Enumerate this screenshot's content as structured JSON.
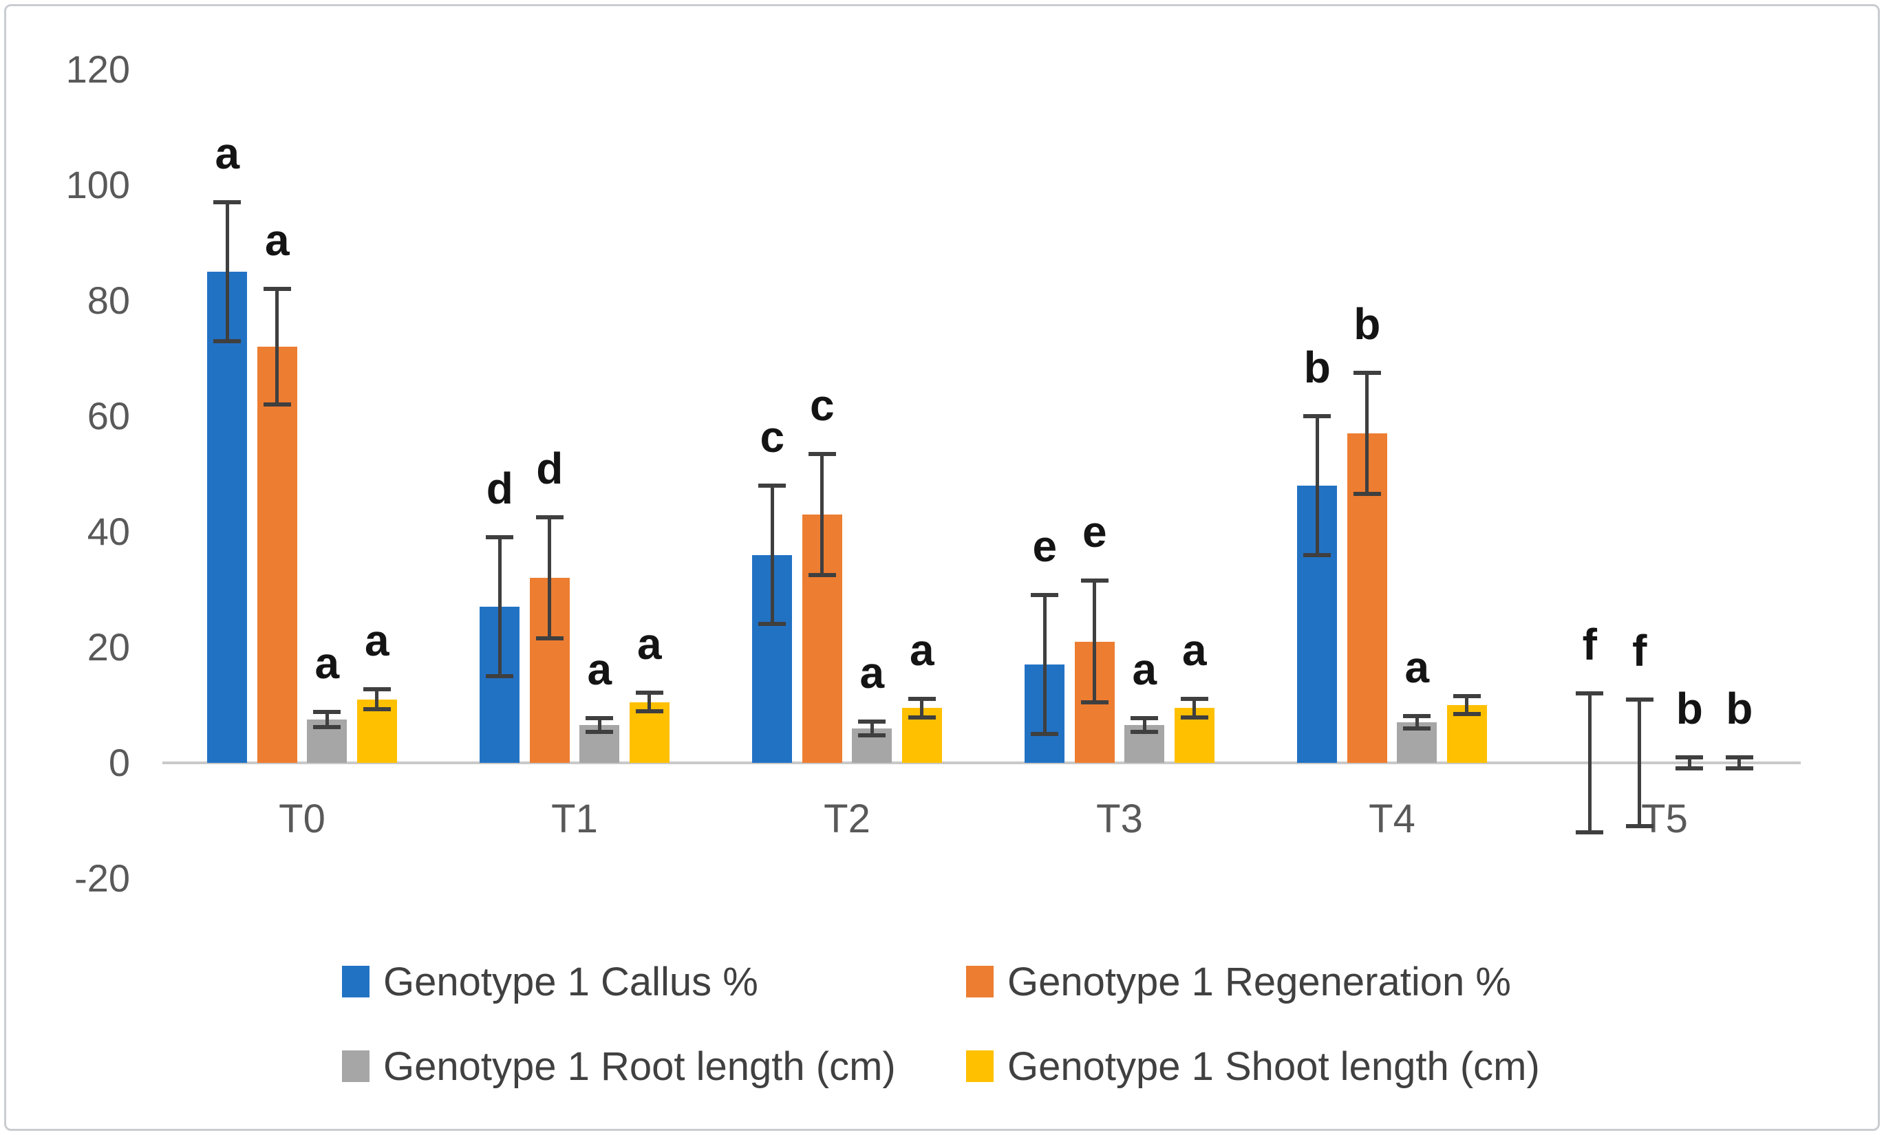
{
  "chart_data": {
    "type": "bar",
    "title": "",
    "xlabel": "",
    "ylabel": "",
    "grid": false,
    "categories": [
      "T0",
      "T1",
      "T2",
      "T3",
      "T4",
      "T5"
    ],
    "y_axis": {
      "min": -20,
      "max": 120,
      "step": 20,
      "ticks": [
        120,
        100,
        80,
        60,
        40,
        20,
        0,
        -20
      ]
    },
    "series": [
      {
        "name": "Genotype 1 Callus %",
        "color_key": "blue",
        "values": [
          85,
          27,
          36,
          17,
          48,
          0
        ],
        "errors": [
          12,
          12,
          12,
          12,
          12,
          12
        ],
        "letters": [
          "a",
          "d",
          "c",
          "e",
          "b",
          "f"
        ]
      },
      {
        "name": "Genotype 1 Regeneration %",
        "color_key": "orange",
        "values": [
          72,
          32,
          43,
          21,
          57,
          0
        ],
        "errors": [
          10,
          10.5,
          10.5,
          10.5,
          10.5,
          11
        ],
        "letters": [
          "a",
          "d",
          "c",
          "e",
          "b",
          "f"
        ]
      },
      {
        "name": "Genotype 1 Root length (cm)",
        "color_key": "gray",
        "values": [
          7.5,
          6.5,
          6,
          6.5,
          7,
          0
        ],
        "errors": [
          1.3,
          1.2,
          1.2,
          1.2,
          1.1,
          1
        ],
        "letters": [
          "a",
          "a",
          "a",
          "a",
          "a",
          "b"
        ]
      },
      {
        "name": "Genotype 1 Shoot length (cm)",
        "color_key": "yellow",
        "values": [
          11,
          10.5,
          9.5,
          9.5,
          10,
          0
        ],
        "errors": [
          1.7,
          1.6,
          1.6,
          1.6,
          1.5,
          1
        ],
        "letters": [
          "a",
          "a",
          "a",
          "a",
          "",
          "b"
        ]
      }
    ],
    "legend": {
      "position": "bottom",
      "items": [
        {
          "label": "Genotype 1 Callus %",
          "color_key": "blue"
        },
        {
          "label": "Genotype 1 Regeneration %",
          "color_key": "orange"
        },
        {
          "label": "Genotype 1 Root length (cm)",
          "color_key": "gray"
        },
        {
          "label": "Genotype 1 Shoot length (cm)",
          "color_key": "yellow"
        }
      ]
    },
    "colors": {
      "blue": "#2272C4",
      "orange": "#ED7D31",
      "gray": "#A6A6A6",
      "yellow": "#FFC000",
      "axis_text": "#595959",
      "letter": "#141414",
      "error_bar": "#3F3F3F",
      "axis_line": "#C9C9C9",
      "border": "#C9CDD1",
      "background": "#FFFFFF"
    }
  }
}
